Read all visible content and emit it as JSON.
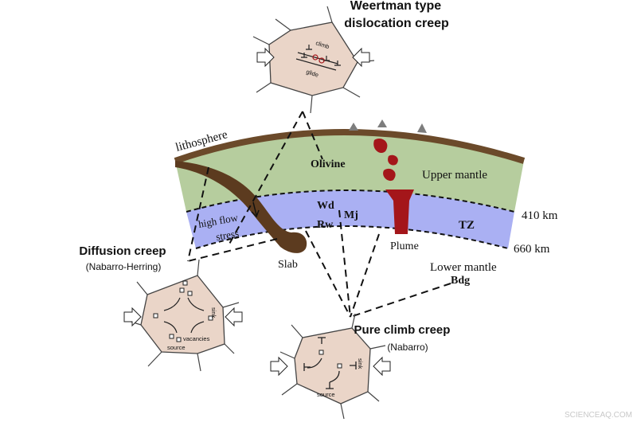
{
  "colors": {
    "upper_mantle": "#b6cd9e",
    "transition_zone": "#aab0f3",
    "lithosphere": "#6b4a2a",
    "plume": "#a4161a",
    "grain": "#ead5c8",
    "grain_stroke": "#444444",
    "ink": "#111111"
  },
  "earth": {
    "lithosphere_label": "lithosphere",
    "olivine": "Olivine",
    "upper_mantle": "Upper mantle",
    "wd": "Wd",
    "rw": "Rw",
    "mj": "Mj",
    "tz": "TZ",
    "depth_410": "410 km",
    "depth_660": "660 km",
    "plume": "Plume",
    "slab": "Slab",
    "lower_mantle": "Lower mantle",
    "bdg": "Bdg",
    "high_flow": "high flow",
    "stress": "stress"
  },
  "weertman": {
    "title_line1": "Weertman type",
    "title_line2": "dislocation creep",
    "climb": "climb",
    "glide": "glide"
  },
  "diffusion": {
    "title": "Diffusion creep",
    "subtitle": "(Nabarro-Herring)",
    "sink": "sink",
    "vacancies": "vacancies",
    "source": "source"
  },
  "climb_creep": {
    "title": "Pure climb creep",
    "subtitle": "(Nabarro)",
    "sink": "sink",
    "source": "source"
  },
  "watermark": "SCIENCEAQ.COM"
}
